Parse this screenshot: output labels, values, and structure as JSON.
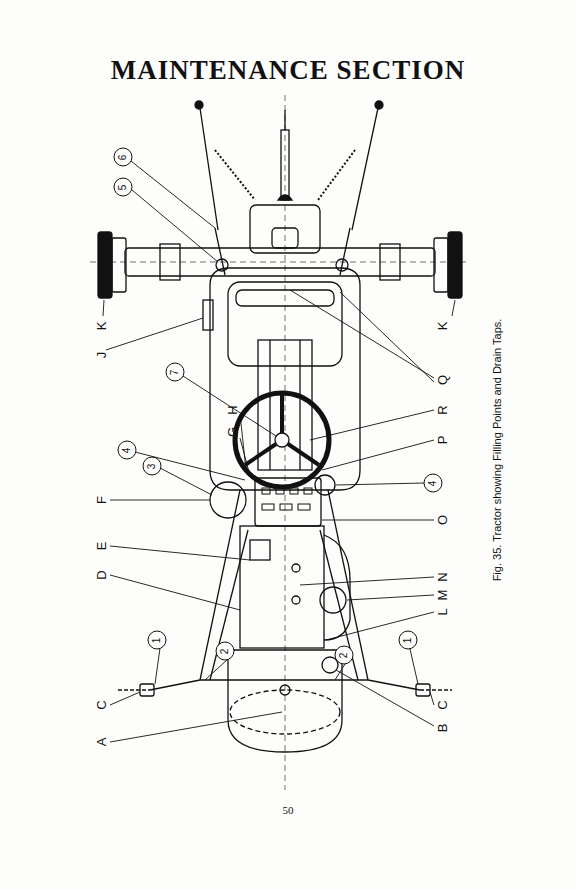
{
  "diagram": {
    "title": "MAINTENANCE SECTION",
    "caption": "Fig. 35. Tractor showing Filling Points and Drain Taps.",
    "nodes": [
      {
        "text": [
          "6"
        ]
      },
      {
        "text": [
          "5"
        ]
      },
      {
        "text": [
          "7"
        ]
      },
      {
        "text": [
          "4"
        ]
      },
      {
        "text": [
          "3"
        ]
      },
      {
        "text": [
          "1"
        ]
      },
      {
        "text": [
          "2"
        ]
      },
      {
        "text": [
          "4"
        ]
      },
      {
        "text": [
          "2"
        ]
      },
      {
        "text": [
          "1"
        ]
      }
    ],
    "labels": [
      "K",
      "J",
      "H",
      "G",
      "F",
      "E",
      "D",
      "C",
      "A",
      "K",
      "Q",
      "R",
      "P",
      "O",
      "N",
      "M",
      "L",
      "C",
      "B",
      "50"
    ]
  }
}
